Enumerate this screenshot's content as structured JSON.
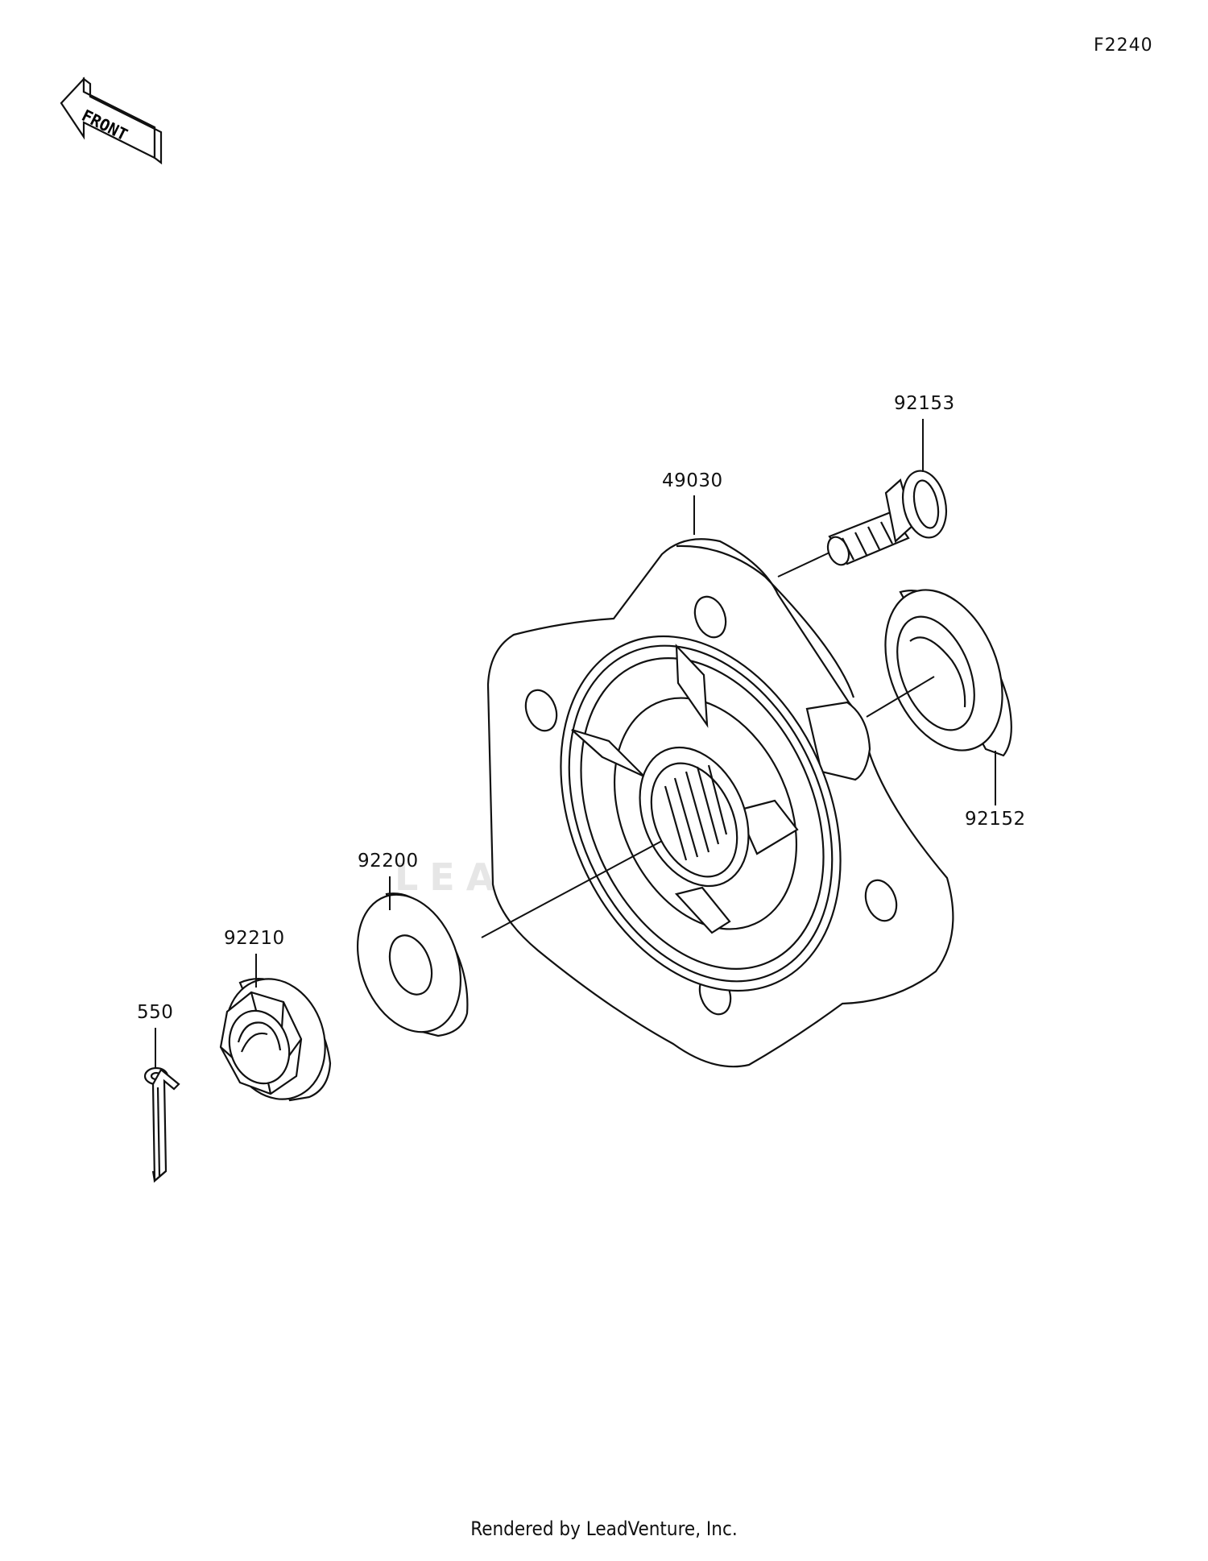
{
  "figure_code": "F2240",
  "front_arrow_label": "FRONT",
  "watermark": "LEADVENTURE",
  "footer": "Rendered by LeadVenture, Inc.",
  "parts": [
    {
      "number": "92153"
    },
    {
      "number": "49030"
    },
    {
      "number": "92152"
    },
    {
      "number": "92200"
    },
    {
      "number": "92210"
    },
    {
      "number": "550"
    }
  ]
}
